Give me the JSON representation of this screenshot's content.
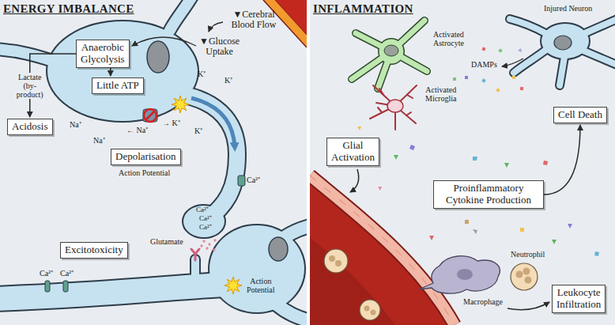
{
  "diagram": {
    "nodes": [
      {
        "text": [
          "ENERGY IMBALANCE"
        ]
      },
      {
        "text": [
          "Anaerobic Glycolysis"
        ],
        "in": 0
      },
      {
        "text": [
          "Little ATP"
        ],
        "in": 0
      },
      {
        "text": [
          "Acidosis"
        ],
        "in": 0
      },
      {
        "text": [
          "Depolarisation"
        ],
        "in": 0
      },
      {
        "text": [
          "Excitotoxicity"
        ],
        "in": 0
      },
      {
        "text": [
          "INFLAMMATION"
        ]
      },
      {
        "text": [
          "Cell Death"
        ],
        "in": 6
      },
      {
        "text": [
          "Glial Activation"
        ],
        "in": 6
      },
      {
        "text": [
          "Proinflammatory Cytokine Production"
        ],
        "in": 6
      },
      {
        "text": [
          "Leukocyte Infiltration"
        ],
        "in": 6
      }
    ],
    "edges": [
      {
        "from": 1,
        "to": 2,
        "arrow": "to"
      },
      {
        "from": 1,
        "to": 3,
        "label": "Lactate (by-product)",
        "arrow": "to"
      },
      {
        "from": 9,
        "to": 7,
        "arrow": "to"
      }
    ],
    "labels": [
      "▼Cerebral Blood Flow",
      "▼Glucose Uptake",
      "K⁺",
      "K⁺",
      "→ K⁺",
      "K⁺",
      "Na⁺",
      "← Na⁺",
      "Na⁺",
      "Action Potential",
      "Ca²⁺",
      "Ca²⁺",
      "Ca²⁺",
      "Ca²⁺",
      "Glutamate",
      "Ca²⁺",
      "Ca²⁺",
      "Action Potential",
      "Injured Neuron",
      "DAMPs",
      "Activated Astrocyte",
      "Activated Microglia",
      "Neutrophil",
      "Macrophage"
    ]
  }
}
